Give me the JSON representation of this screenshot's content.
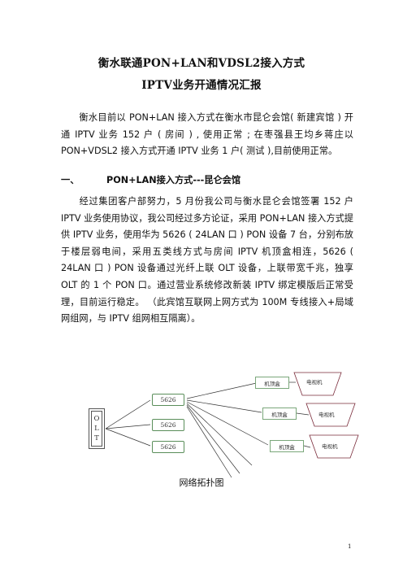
{
  "title": {
    "line1": "衡水联通PON+LAN和VDSL2接入方式",
    "line2": "IPTV业务开通情况汇报"
  },
  "intro": {
    "text": "衡水目前以 PON+LAN 接入方式在衡水市昆仑会馆( 新建宾馆 ) 开通 IPTV 业务 152 户 ( 房间 ) , 使用正常 ; 在枣强县王均乡蒋庄以 PON+VDSL2 接入方式开通 IPTV 业务 1 户( 测试 ),目前使用正常。"
  },
  "section1": {
    "number": "一、",
    "heading": "PON+LAN接入方式---昆仑会馆",
    "body": "经过集团客户部努力，5 月份我公司与衡水昆仑会馆签署 152 户 IPTV 业务使用协议，我公司经过多方论证，采用 PON+LAN 接入方式提供 IPTV 业务，使用华为 5626 ( 24LAN 口 ) PON 设备 7 台，分别布放于楼层弱电间，采用五类线方式与房间 IPTV 机顶盒相连，5626 ( 24LAN 口 ) PON 设备通过光纤上联 OLT 设备，上联带宽千兆，独享 OLT 的 1 个 PON 口。通过营业系统修改新装 IPTV 绑定模版后正常受理，目前运行稳定。 （此宾馆互联网上网方式为 100M 专线接入+局域网组网，与 IPTV 组网相互隔离）。"
  },
  "diagram": {
    "olt_label": [
      "O",
      "L",
      "T"
    ],
    "switches": [
      "5626",
      "5626",
      "5626"
    ],
    "stbs": [
      "机顶盒",
      "机顶盒",
      "机顶盒"
    ],
    "tvs": [
      "电视机",
      "电视机",
      "电视机"
    ],
    "caption": "网络拓扑图"
  },
  "page_number": "1"
}
